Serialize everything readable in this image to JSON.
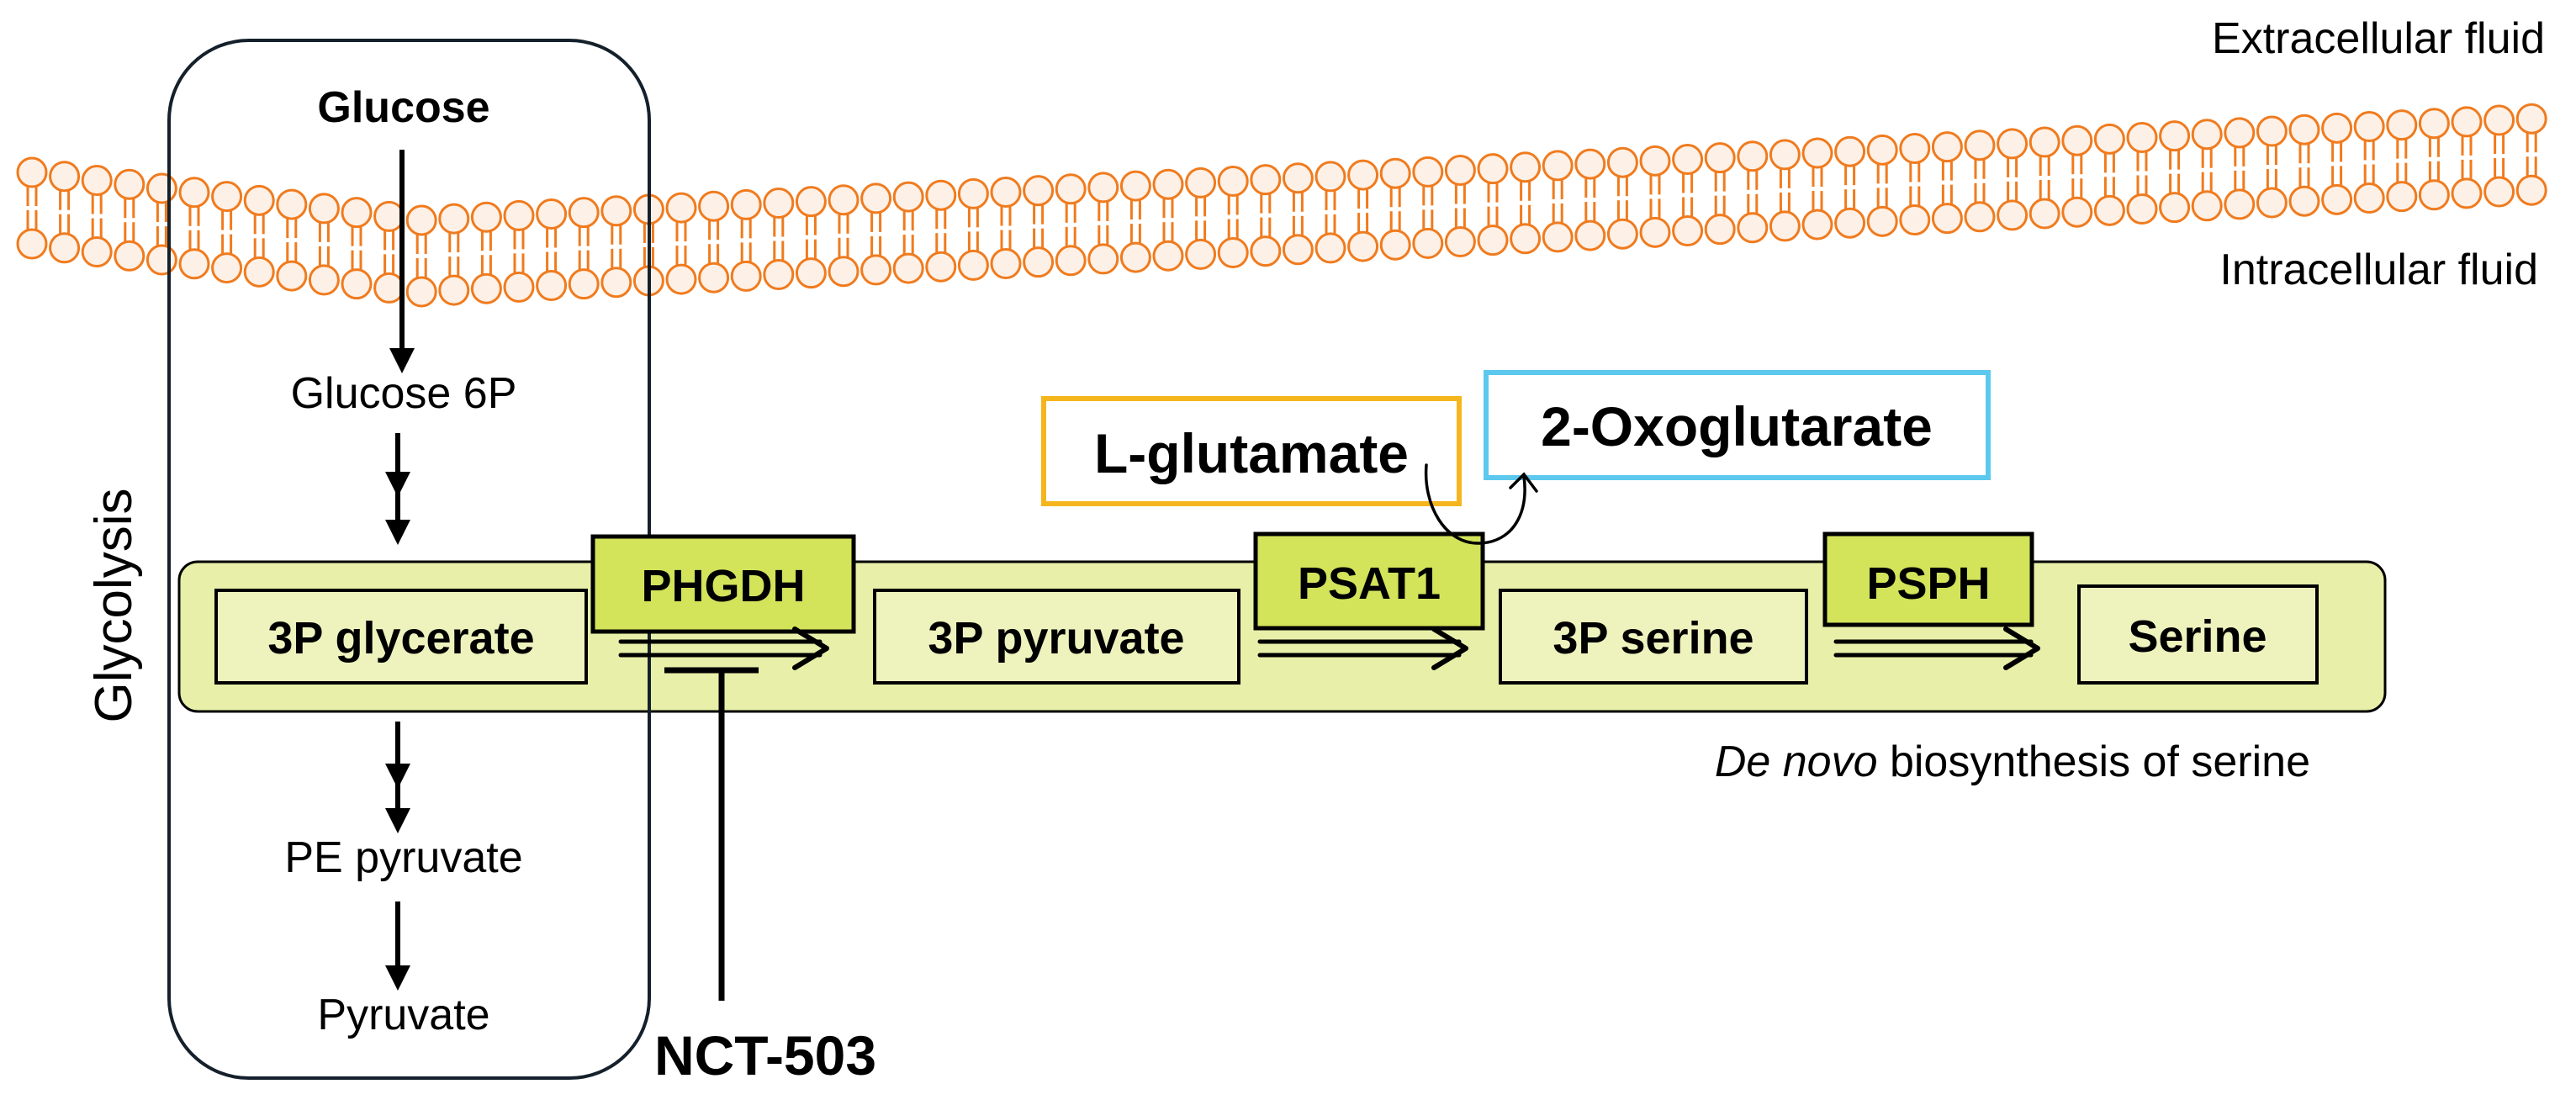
{
  "labels": {
    "extracellular": "Extracellular fluid",
    "intracellular": "Intracellular fluid",
    "glycolysis": "Glycolysis",
    "glucose": "Glucose",
    "glucose6p": "Glucose 6P",
    "pe_pyruvate": "PE pyruvate",
    "pyruvate": "Pyruvate",
    "nct503": "NCT-503",
    "pathway_caption_italic": "De novo",
    "pathway_caption_rest": " biosynthesis of serine"
  },
  "metabolites": {
    "glycerate": "3P glycerate",
    "p_pyruvate": "3P pyruvate",
    "p_serine": "3P serine",
    "serine": "Serine"
  },
  "enzymes": {
    "phgdh": "PHGDH",
    "psat1": "PSAT1",
    "psph": "PSPH"
  },
  "cofactors": {
    "glutamate": "L-glutamate",
    "oxoglutarate": "2-Oxoglutarate"
  },
  "colors": {
    "membrane": "#f07b1e",
    "membrane_head_fill": "#fdf0e6",
    "pathway_band": "#e8efa8",
    "metabolite_box": "#eef3be",
    "enzyme_box": "#d3e35a",
    "glutamate_border": "#f5b51c",
    "oxoglutarate_border": "#5cc8ee",
    "stroke": "#000000"
  }
}
